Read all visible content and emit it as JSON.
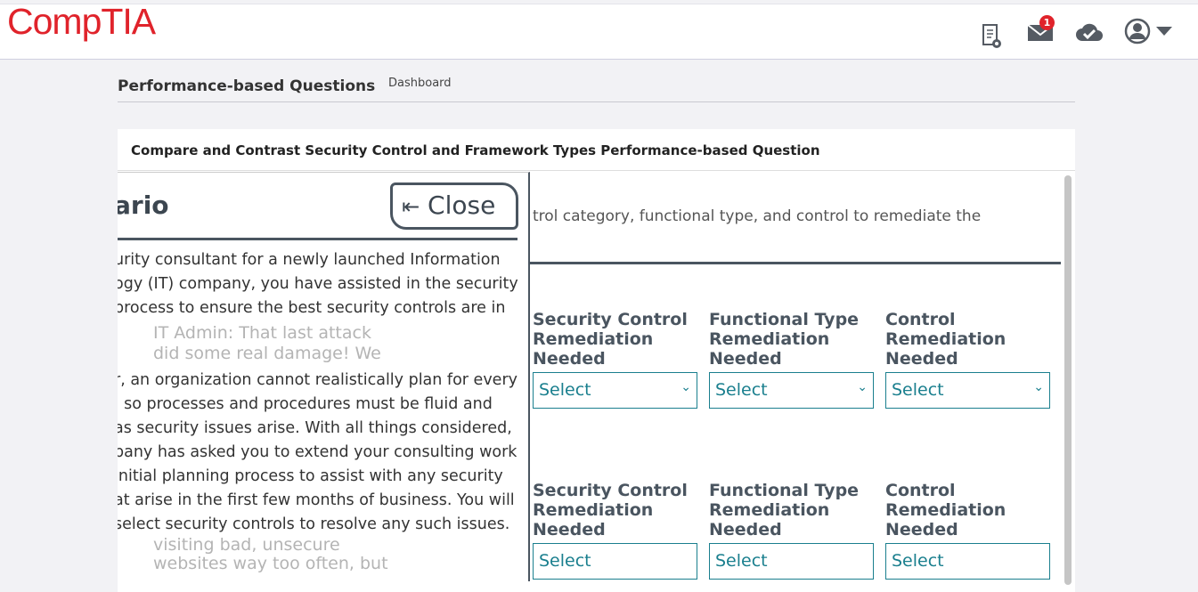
{
  "header": {
    "logo": "CompTIA",
    "icons": [
      "certificate-icon",
      "mail-icon",
      "cloud-check-icon",
      "user-avatar-icon",
      "caret-down-icon"
    ],
    "mail_badge": "1",
    "brand_color": "#e0232b"
  },
  "nav": {
    "title": "Performance-based Questions",
    "dashboard": "Dashboard"
  },
  "card": {
    "title": "Compare and Contrast Security Control and Framework Types Performance-based Question",
    "instructions_fragment": "trol category, functional type, and control to remediate the",
    "ghost": {
      "admin1": "IT Admin: That last attack",
      "admin2": "did some real damage! We",
      "row2a": "visiting bad, unsecure",
      "row2b": "websites way too often, but"
    },
    "rows": [
      {
        "cols": [
          {
            "label": "Security Control Remediation Needed",
            "value": "Select"
          },
          {
            "label": "Functional Type Remediation Needed",
            "value": "Select"
          },
          {
            "label": "Control Remediation Needed",
            "value": "Select"
          }
        ]
      },
      {
        "cols": [
          {
            "label": "Security Control Remediation Needed",
            "value": "Select"
          },
          {
            "label": "Functional Type Remediation Needed",
            "value": "Select"
          },
          {
            "label": "Control Remediation Needed",
            "value": "Select"
          }
        ]
      }
    ]
  },
  "scenario": {
    "heading": "ario",
    "close": "Close",
    "lines": [
      "urity consultant for a newly launched Information",
      "ogy (IT) company, you have assisted in the security",
      " process to ensure the best security controls are in",
      "r, an organization cannot realistically plan for every",
      ", so processes and procedures must be fluid and",
      " as security issues arise. With all things considered,",
      "pany has asked you to extend your consulting work",
      " initial planning process to assist with any security",
      "at arise in the first few months of business. You will",
      " select security controls to resolve any such issues."
    ]
  }
}
